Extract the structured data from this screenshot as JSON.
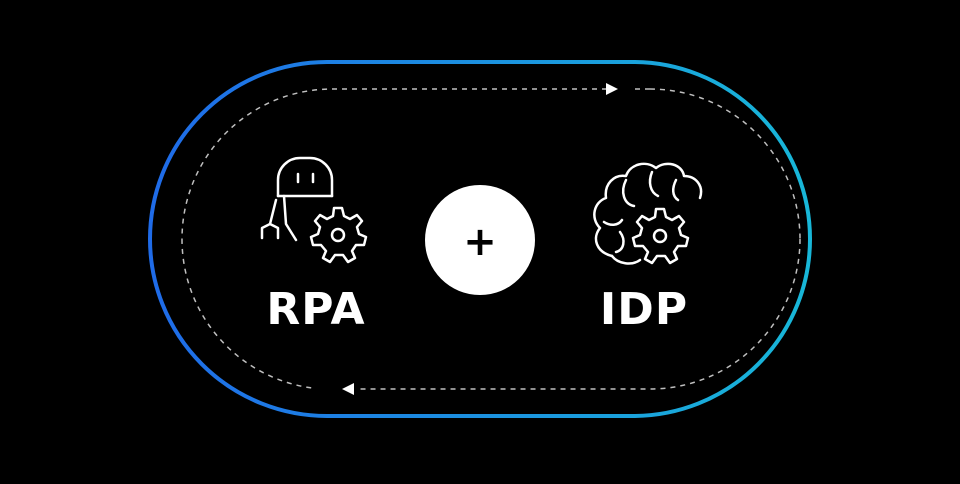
{
  "diagram": {
    "left_node": {
      "label": "RPA",
      "icon": "robot-gear-icon"
    },
    "right_node": {
      "label": "IDP",
      "icon": "brain-gear-icon"
    },
    "connector": {
      "symbol": "+",
      "icon": "plus-icon"
    },
    "cycle": {
      "icon": "cycle-arrows"
    },
    "colors": {
      "background": "#000000",
      "foreground": "#ffffff",
      "gradient_start": "#1f6be8",
      "gradient_end": "#18b7d8",
      "dash": "#bfbfbf"
    }
  }
}
